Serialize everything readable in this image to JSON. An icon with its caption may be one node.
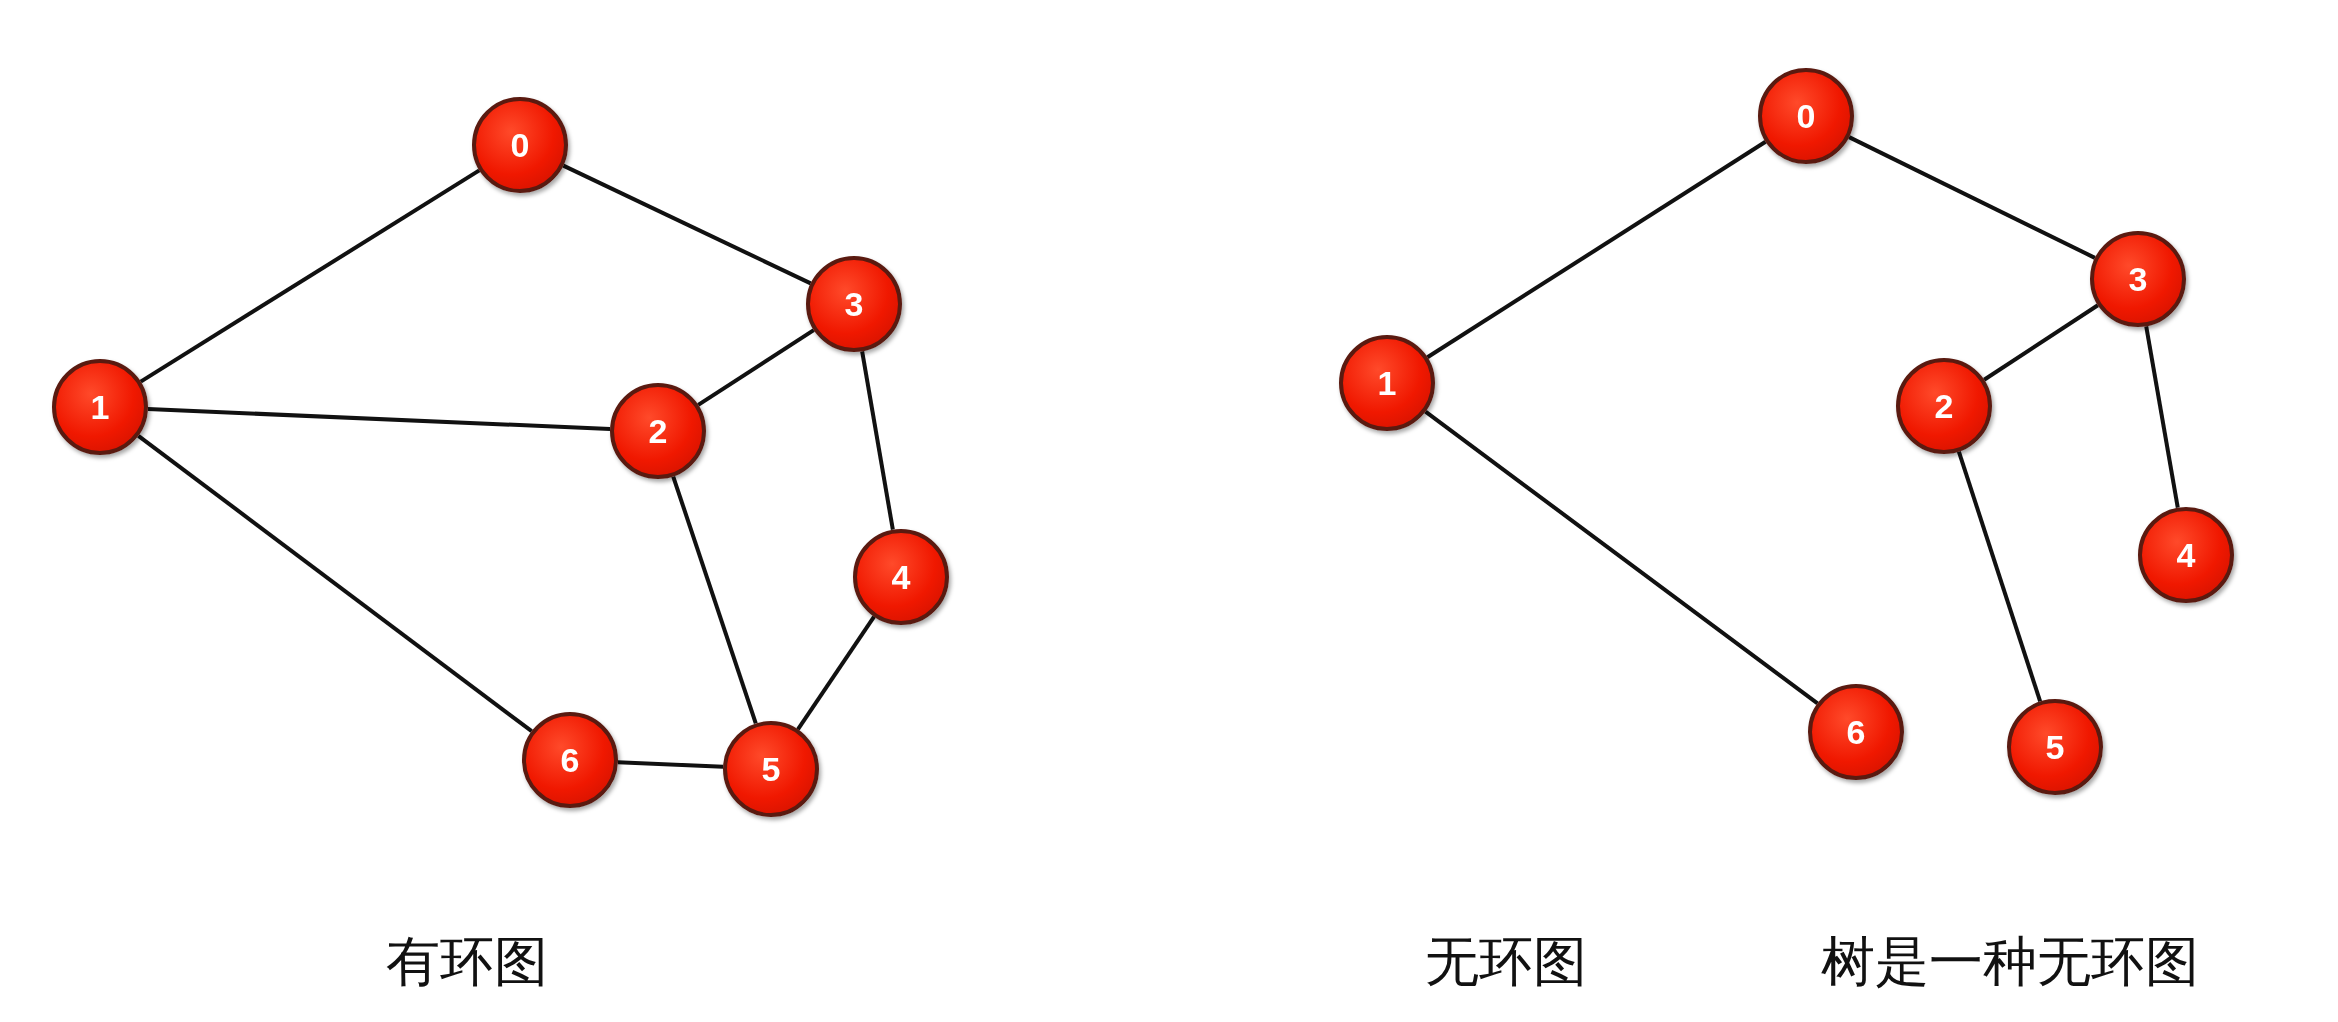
{
  "diagram": {
    "nodes": [
      {
        "text": [
          "0"
        ]
      },
      {
        "text": [
          "1"
        ]
      },
      {
        "text": [
          "2"
        ]
      },
      {
        "text": [
          "3"
        ]
      },
      {
        "text": [
          "4"
        ]
      },
      {
        "text": [
          "5"
        ]
      },
      {
        "text": [
          "6"
        ]
      },
      {
        "text": [
          "0"
        ]
      },
      {
        "text": [
          "1"
        ]
      },
      {
        "text": [
          "2"
        ]
      },
      {
        "text": [
          "3"
        ]
      },
      {
        "text": [
          "4"
        ]
      },
      {
        "text": [
          "5"
        ]
      },
      {
        "text": [
          "6"
        ]
      }
    ],
    "edges": [
      {
        "from": 0,
        "to": 1,
        "arrow": "none"
      },
      {
        "from": 0,
        "to": 3,
        "arrow": "none"
      },
      {
        "from": 1,
        "to": 2,
        "arrow": "none"
      },
      {
        "from": 1,
        "to": 6,
        "arrow": "none"
      },
      {
        "from": 2,
        "to": 3,
        "arrow": "none"
      },
      {
        "from": 2,
        "to": 5,
        "arrow": "none"
      },
      {
        "from": 3,
        "to": 4,
        "arrow": "none"
      },
      {
        "from": 4,
        "to": 5,
        "arrow": "none"
      },
      {
        "from": 6,
        "to": 5,
        "arrow": "none"
      },
      {
        "from": 7,
        "to": 8,
        "arrow": "none"
      },
      {
        "from": 7,
        "to": 10,
        "arrow": "none"
      },
      {
        "from": 10,
        "to": 9,
        "arrow": "none"
      },
      {
        "from": 10,
        "to": 11,
        "arrow": "none"
      },
      {
        "from": 8,
        "to": 13,
        "arrow": "none"
      },
      {
        "from": 9,
        "to": 12,
        "arrow": "none"
      }
    ],
    "labels": [
      "有环图",
      "无环图",
      "树是一种无环图"
    ]
  }
}
